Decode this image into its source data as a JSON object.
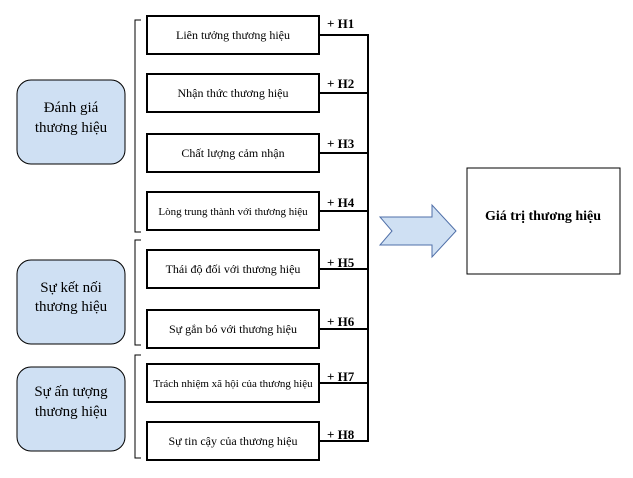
{
  "groups": [
    {
      "line1": "Đánh giá",
      "line2": "thương hiệu"
    },
    {
      "line1": "Sự kết nối",
      "line2": "thương hiệu"
    },
    {
      "line1": "Sự ấn tượng",
      "line2": "thương hiệu"
    }
  ],
  "factors": [
    {
      "label": "Liên tưởng thương hiệu",
      "hypothesis": "+ H1"
    },
    {
      "label": "Nhận thức thương hiệu",
      "hypothesis": "+ H2"
    },
    {
      "label": "Chất lượng cảm nhận",
      "hypothesis": "+ H3"
    },
    {
      "label": "Lòng trung thành với thương hiệu",
      "hypothesis": "+ H4"
    },
    {
      "label": "Thái độ đối với thương hiệu",
      "hypothesis": "+ H5"
    },
    {
      "label": "Sự gắn bó với thương hiệu",
      "hypothesis": "+ H6"
    },
    {
      "label": "Trách nhiệm xã hội của thương hiệu",
      "hypothesis": "+ H7"
    },
    {
      "label": "Sự tin cậy của thương  hiệu",
      "hypothesis": "+ H8"
    }
  ],
  "target": {
    "label": "Giá trị thương hiệu"
  },
  "colors": {
    "group_fill": "#cfe0f3",
    "arrow_fill": "#cfe0f3",
    "stroke": "#000000",
    "arrow_stroke": "#4f6fa8"
  }
}
